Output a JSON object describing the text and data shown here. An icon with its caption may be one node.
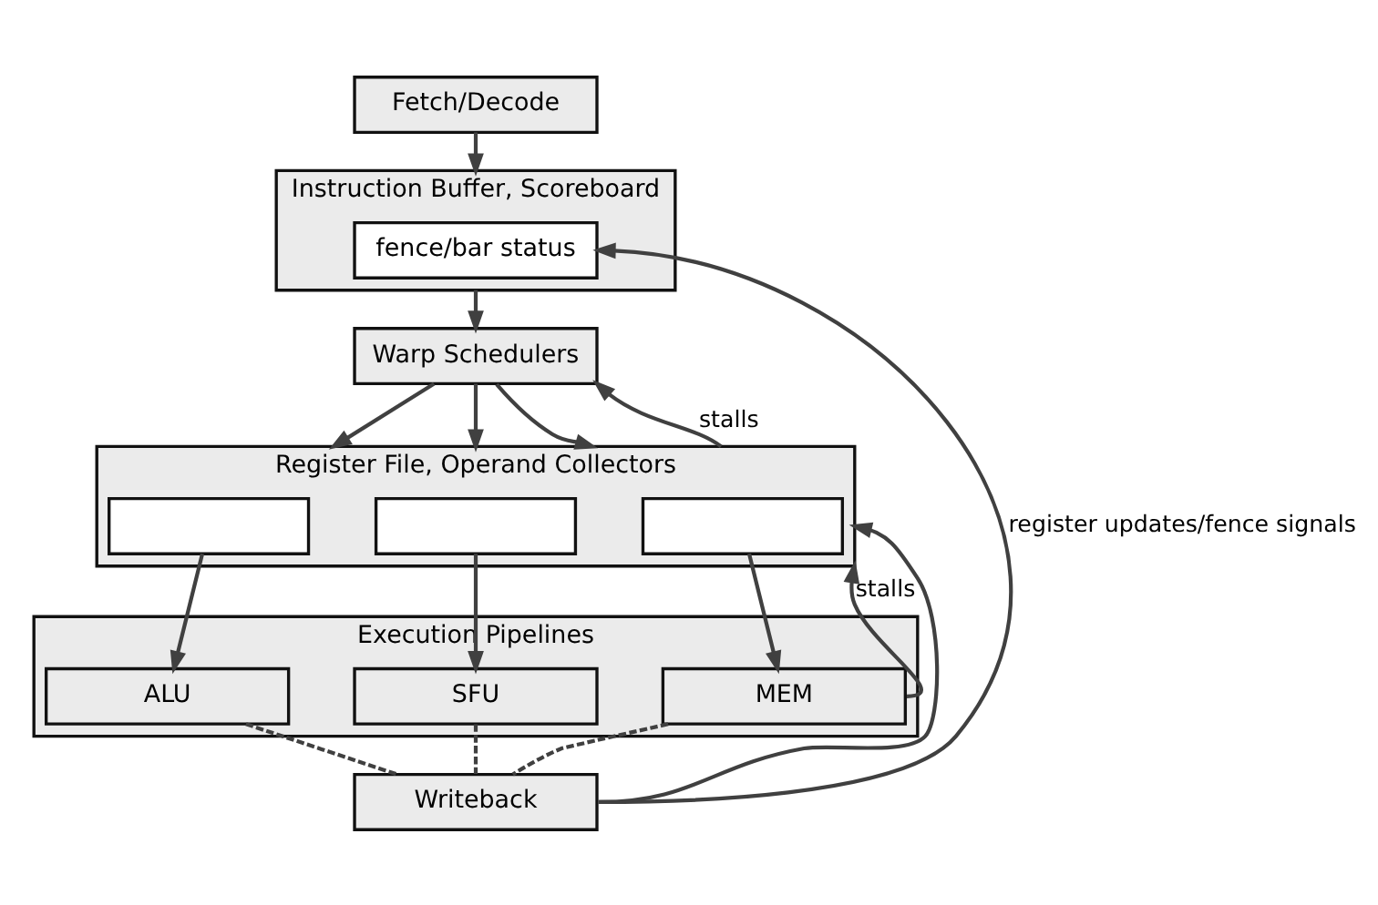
{
  "diagram": {
    "nodes": [
      {
        "text": [
          "Fetch/Decode"
        ]
      },
      {
        "text": [
          "Instruction Buffer, Scoreboard"
        ]
      },
      {
        "text": [
          "fence/bar status"
        ],
        "in": 1
      },
      {
        "text": [
          "Warp Schedulers"
        ]
      },
      {
        "text": [
          "Register File, Operand Collectors"
        ]
      },
      {
        "text": [],
        "shape": "box",
        "in": 4
      },
      {
        "text": [],
        "shape": "box",
        "in": 4
      },
      {
        "text": [],
        "shape": "box",
        "in": 4
      },
      {
        "text": [
          "Execution Pipelines"
        ]
      },
      {
        "text": [
          "ALU"
        ],
        "in": 8
      },
      {
        "text": [
          "SFU"
        ],
        "in": 8
      },
      {
        "text": [
          "MEM"
        ],
        "in": 8
      },
      {
        "text": [
          "Writeback"
        ]
      }
    ],
    "edges": [
      {
        "from": 0,
        "to": 1,
        "arrow": "to"
      },
      {
        "from": 1,
        "to": 3,
        "arrow": "to"
      },
      {
        "from": 3,
        "to": 4,
        "arrow": "to"
      },
      {
        "from": 3,
        "to": 4,
        "arrow": "to"
      },
      {
        "from": 3,
        "to": 4,
        "arrow": "to"
      },
      {
        "from": 4,
        "to": 3,
        "arrow": "to",
        "label": "stalls"
      },
      {
        "from": 5,
        "to": 9,
        "arrow": "to"
      },
      {
        "from": 6,
        "to": 10,
        "arrow": "to"
      },
      {
        "from": 7,
        "to": 11,
        "arrow": "to"
      },
      {
        "from": 11,
        "to": 4,
        "arrow": "to",
        "label": "stalls"
      },
      {
        "from": 9,
        "to": 12,
        "arrow": "none",
        "style": "dashed"
      },
      {
        "from": 10,
        "to": 12,
        "arrow": "none",
        "style": "dashed"
      },
      {
        "from": 11,
        "to": 12,
        "arrow": "none",
        "style": "dashed"
      },
      {
        "from": 12,
        "to": 2,
        "arrow": "to",
        "label": "register updates/fence signals"
      },
      {
        "from": 12,
        "to": 4,
        "arrow": "to"
      }
    ]
  }
}
